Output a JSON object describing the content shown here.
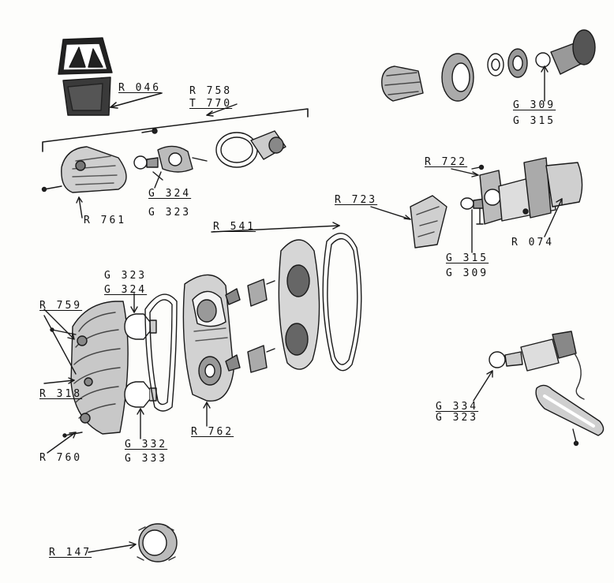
{
  "labels": {
    "r046": "R 046",
    "r758": "R 758",
    "t770": "T 770",
    "g324_a": "G 324",
    "g323_a": "G 323",
    "r761": "R 761",
    "r541": "R 541",
    "g309_a": "G 309",
    "g315_a": "G 315",
    "r722": "R 722",
    "r723": "R 723",
    "g315_b": "G 315",
    "g309_b": "G 309",
    "r074": "R 074",
    "g323_b": "G 323",
    "g324_b": "G 324",
    "r759": "R 759",
    "r318": "R 318",
    "r760": "R 760",
    "g332": "G 332",
    "g333": "G 333",
    "r762": "R 762",
    "g334": "G 334",
    "g323_c": "G 323",
    "r147": "R 147"
  }
}
